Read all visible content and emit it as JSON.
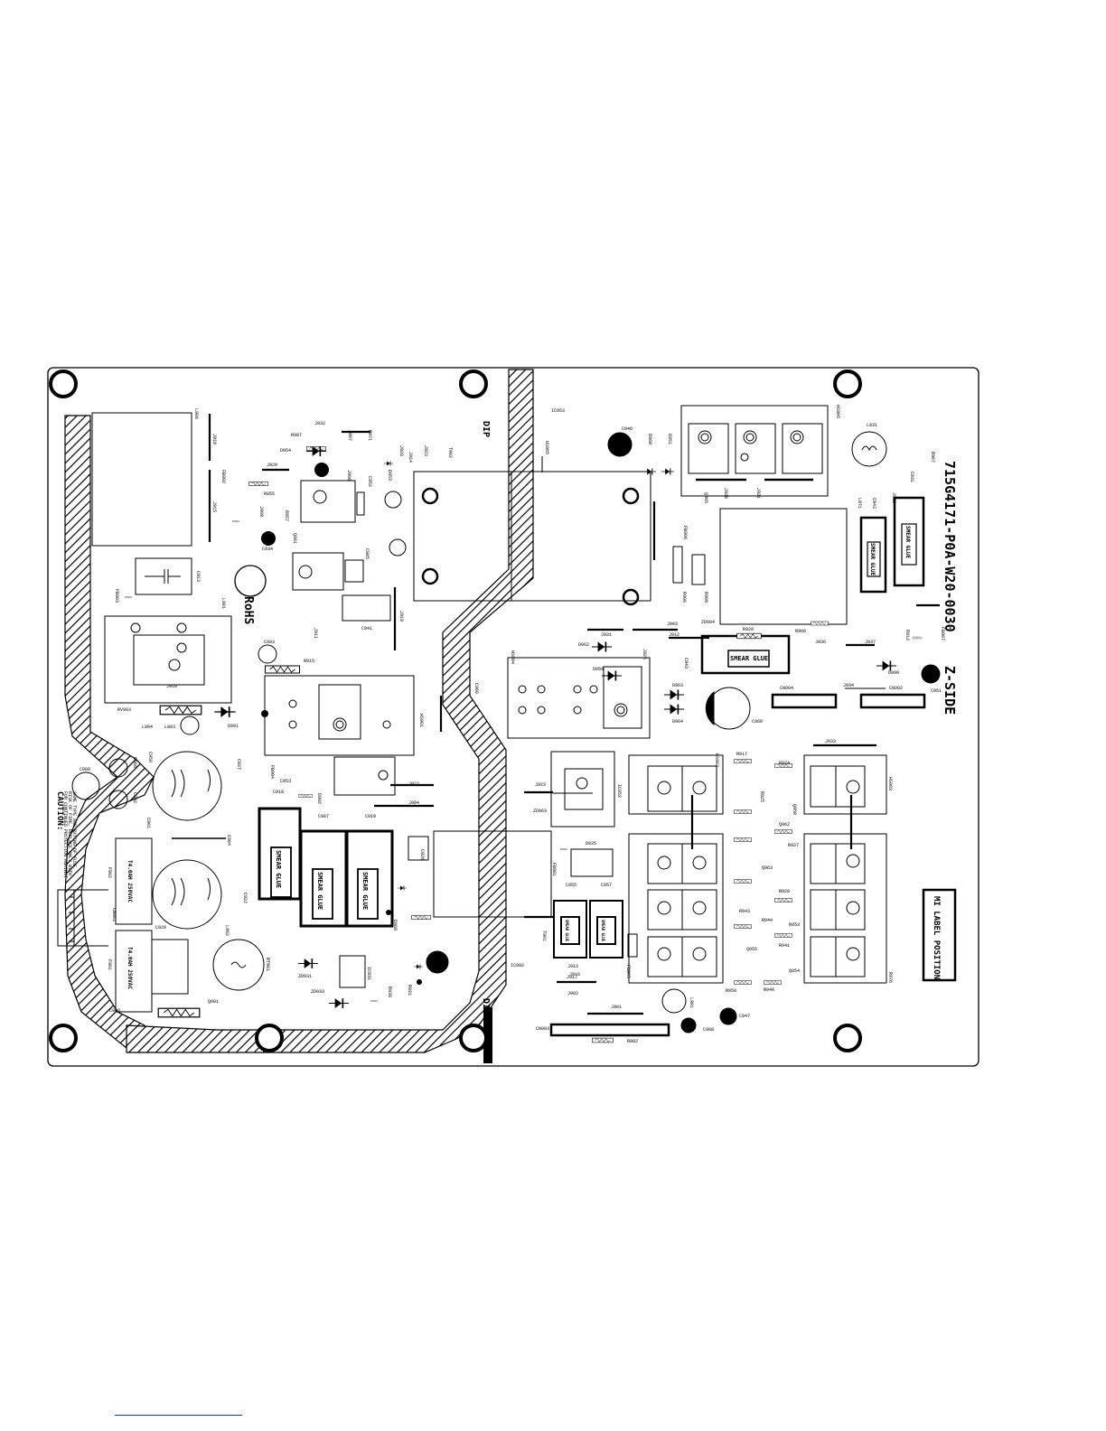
{
  "board": {
    "part_number": "715G4171-P0A-W20-0030",
    "side": "Z-SIDE",
    "rohs": "RoHS",
    "dip_labels": [
      "DIP",
      "DIP"
    ],
    "label_position": "MI LABEL POSITION",
    "smear_glue": [
      "SMEAR GLUE",
      "SMEAR GLUE",
      "SMEAR GLUE",
      "SMEAR GLUE",
      "SMEAR GLUE",
      "SMEAR GLUE",
      "SMEAR GLUE",
      "SMEAR GLUE"
    ],
    "caution": {
      "title": "CAUTION:",
      "line1": "FOR CONTINUED PROTECTION AGAINST",
      "line2": "RISK OF FIRE, REPLACE ONLY WITH",
      "line3": "SAME TYPE AND RATING OF FUSE."
    },
    "fuses": [
      "T4.0AH 250VAC",
      "T4.0AH 250VAC"
    ],
    "designators": {
      "top_left": [
        "L906",
        "J918",
        "FB902",
        "J915",
        "R987",
        "J932",
        "J907",
        "R971",
        "J920",
        "C934",
        "D954",
        "R955",
        "J909",
        "R957",
        "J906",
        "C952",
        "J926",
        "J923",
        "J914",
        "T902",
        "D953",
        "IC901"
      ],
      "left_mid": [
        "C913",
        "FB903",
        "L901",
        "IC901",
        "Q901",
        "C905",
        "C941",
        "J911",
        "J919",
        "C903",
        "R915",
        "RV903",
        "J910",
        "L904",
        "L903",
        "FB904",
        "D991",
        "HS901",
        "C953",
        "D902",
        "J922",
        "J904",
        "C918",
        "C907",
        "C919",
        "C906",
        "C950",
        "C902",
        "C927"
      ],
      "left_low": [
        "C900",
        "C901",
        "C902",
        "C904",
        "C922",
        "L902",
        "F902",
        "CN901",
        "F901",
        "C920",
        "RT901",
        "ZD931",
        "IC931",
        "ZD933",
        "R931",
        "R938",
        "J916",
        "D968",
        "Q901",
        "C926",
        "J913",
        "IC902",
        "C908",
        "J902"
      ],
      "right_top": [
        "IC953",
        "HS905",
        "C946",
        "D960",
        "D951",
        "HS905",
        "J929",
        "J921",
        "Q905",
        "L931",
        "R907",
        "C931",
        "J935",
        "FB906",
        "R906",
        "R908",
        "L971",
        "C913",
        "C943",
        "ZD904",
        "R928",
        "R966",
        "J931",
        "J903",
        "J912",
        "J936",
        "J937",
        "R912",
        "FB907",
        "D990",
        "C951"
      ],
      "right_mid": [
        "HS904",
        "D962",
        "J925",
        "C960",
        "D959",
        "C943",
        "D963",
        "D964",
        "C960",
        "CN904",
        "CN902",
        "J934",
        "J933",
        "R917",
        "R924",
        "R925",
        "Q950",
        "Q962",
        "R927",
        "Q963",
        "R928",
        "R943",
        "R944",
        "R941",
        "R953",
        "Q954",
        "Q955",
        "R940",
        "R950",
        "R976",
        "HS903",
        "HS902",
        "HS904"
      ],
      "right_low": [
        "J923",
        "ZD963",
        "IC952",
        "D935",
        "FB901",
        "C955",
        "C957",
        "T901",
        "J914",
        "J917",
        "J901",
        "CN903",
        "R982",
        "L901",
        "C947",
        "C968",
        "J902",
        "FB905"
      ]
    }
  }
}
